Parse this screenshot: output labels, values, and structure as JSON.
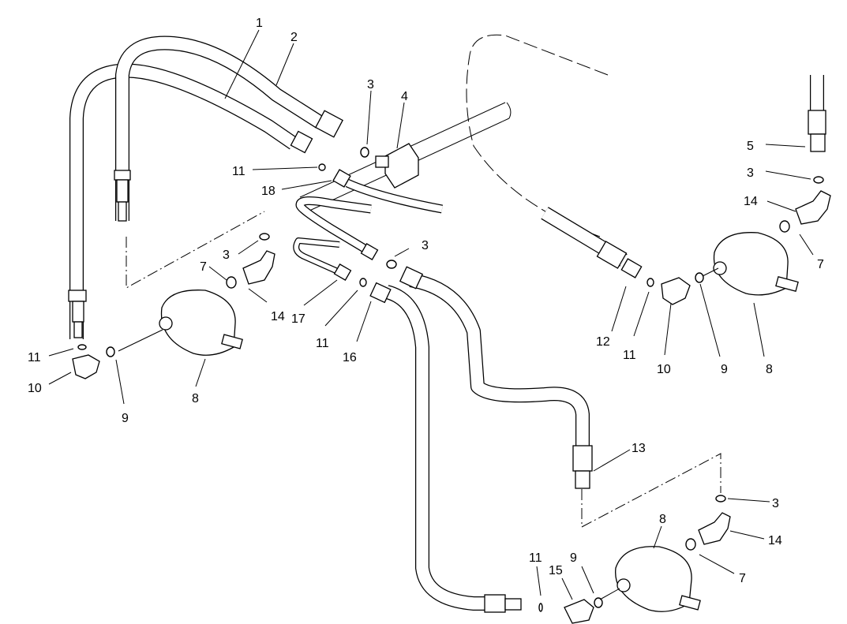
{
  "callouts": [
    {
      "id": "c1",
      "text": "1"
    },
    {
      "id": "c2",
      "text": "2"
    },
    {
      "id": "c3a",
      "text": "3"
    },
    {
      "id": "c4",
      "text": "4"
    },
    {
      "id": "c5",
      "text": "5"
    },
    {
      "id": "c3b",
      "text": "3"
    },
    {
      "id": "c14a",
      "text": "14"
    },
    {
      "id": "c11a",
      "text": "11"
    },
    {
      "id": "c18",
      "text": "18"
    },
    {
      "id": "c3c",
      "text": "3"
    },
    {
      "id": "c7a",
      "text": "7"
    },
    {
      "id": "c3d",
      "text": "3"
    },
    {
      "id": "c7b",
      "text": "7"
    },
    {
      "id": "c14b",
      "text": "14"
    },
    {
      "id": "c17",
      "text": "17"
    },
    {
      "id": "c11b",
      "text": "11"
    },
    {
      "id": "c16",
      "text": "16"
    },
    {
      "id": "c12",
      "text": "12"
    },
    {
      "id": "c11c",
      "text": "11"
    },
    {
      "id": "c10a",
      "text": "10"
    },
    {
      "id": "c9a",
      "text": "9"
    },
    {
      "id": "c8a",
      "text": "8"
    },
    {
      "id": "c11d",
      "text": "11"
    },
    {
      "id": "c10b",
      "text": "10"
    },
    {
      "id": "c8b",
      "text": "8"
    },
    {
      "id": "c9b",
      "text": "9"
    },
    {
      "id": "c13",
      "text": "13"
    },
    {
      "id": "c3e",
      "text": "3"
    },
    {
      "id": "c8c",
      "text": "8"
    },
    {
      "id": "c14c",
      "text": "14"
    },
    {
      "id": "c11e",
      "text": "11"
    },
    {
      "id": "c9c",
      "text": "9"
    },
    {
      "id": "c7c",
      "text": "7"
    },
    {
      "id": "c15",
      "text": "15"
    }
  ]
}
